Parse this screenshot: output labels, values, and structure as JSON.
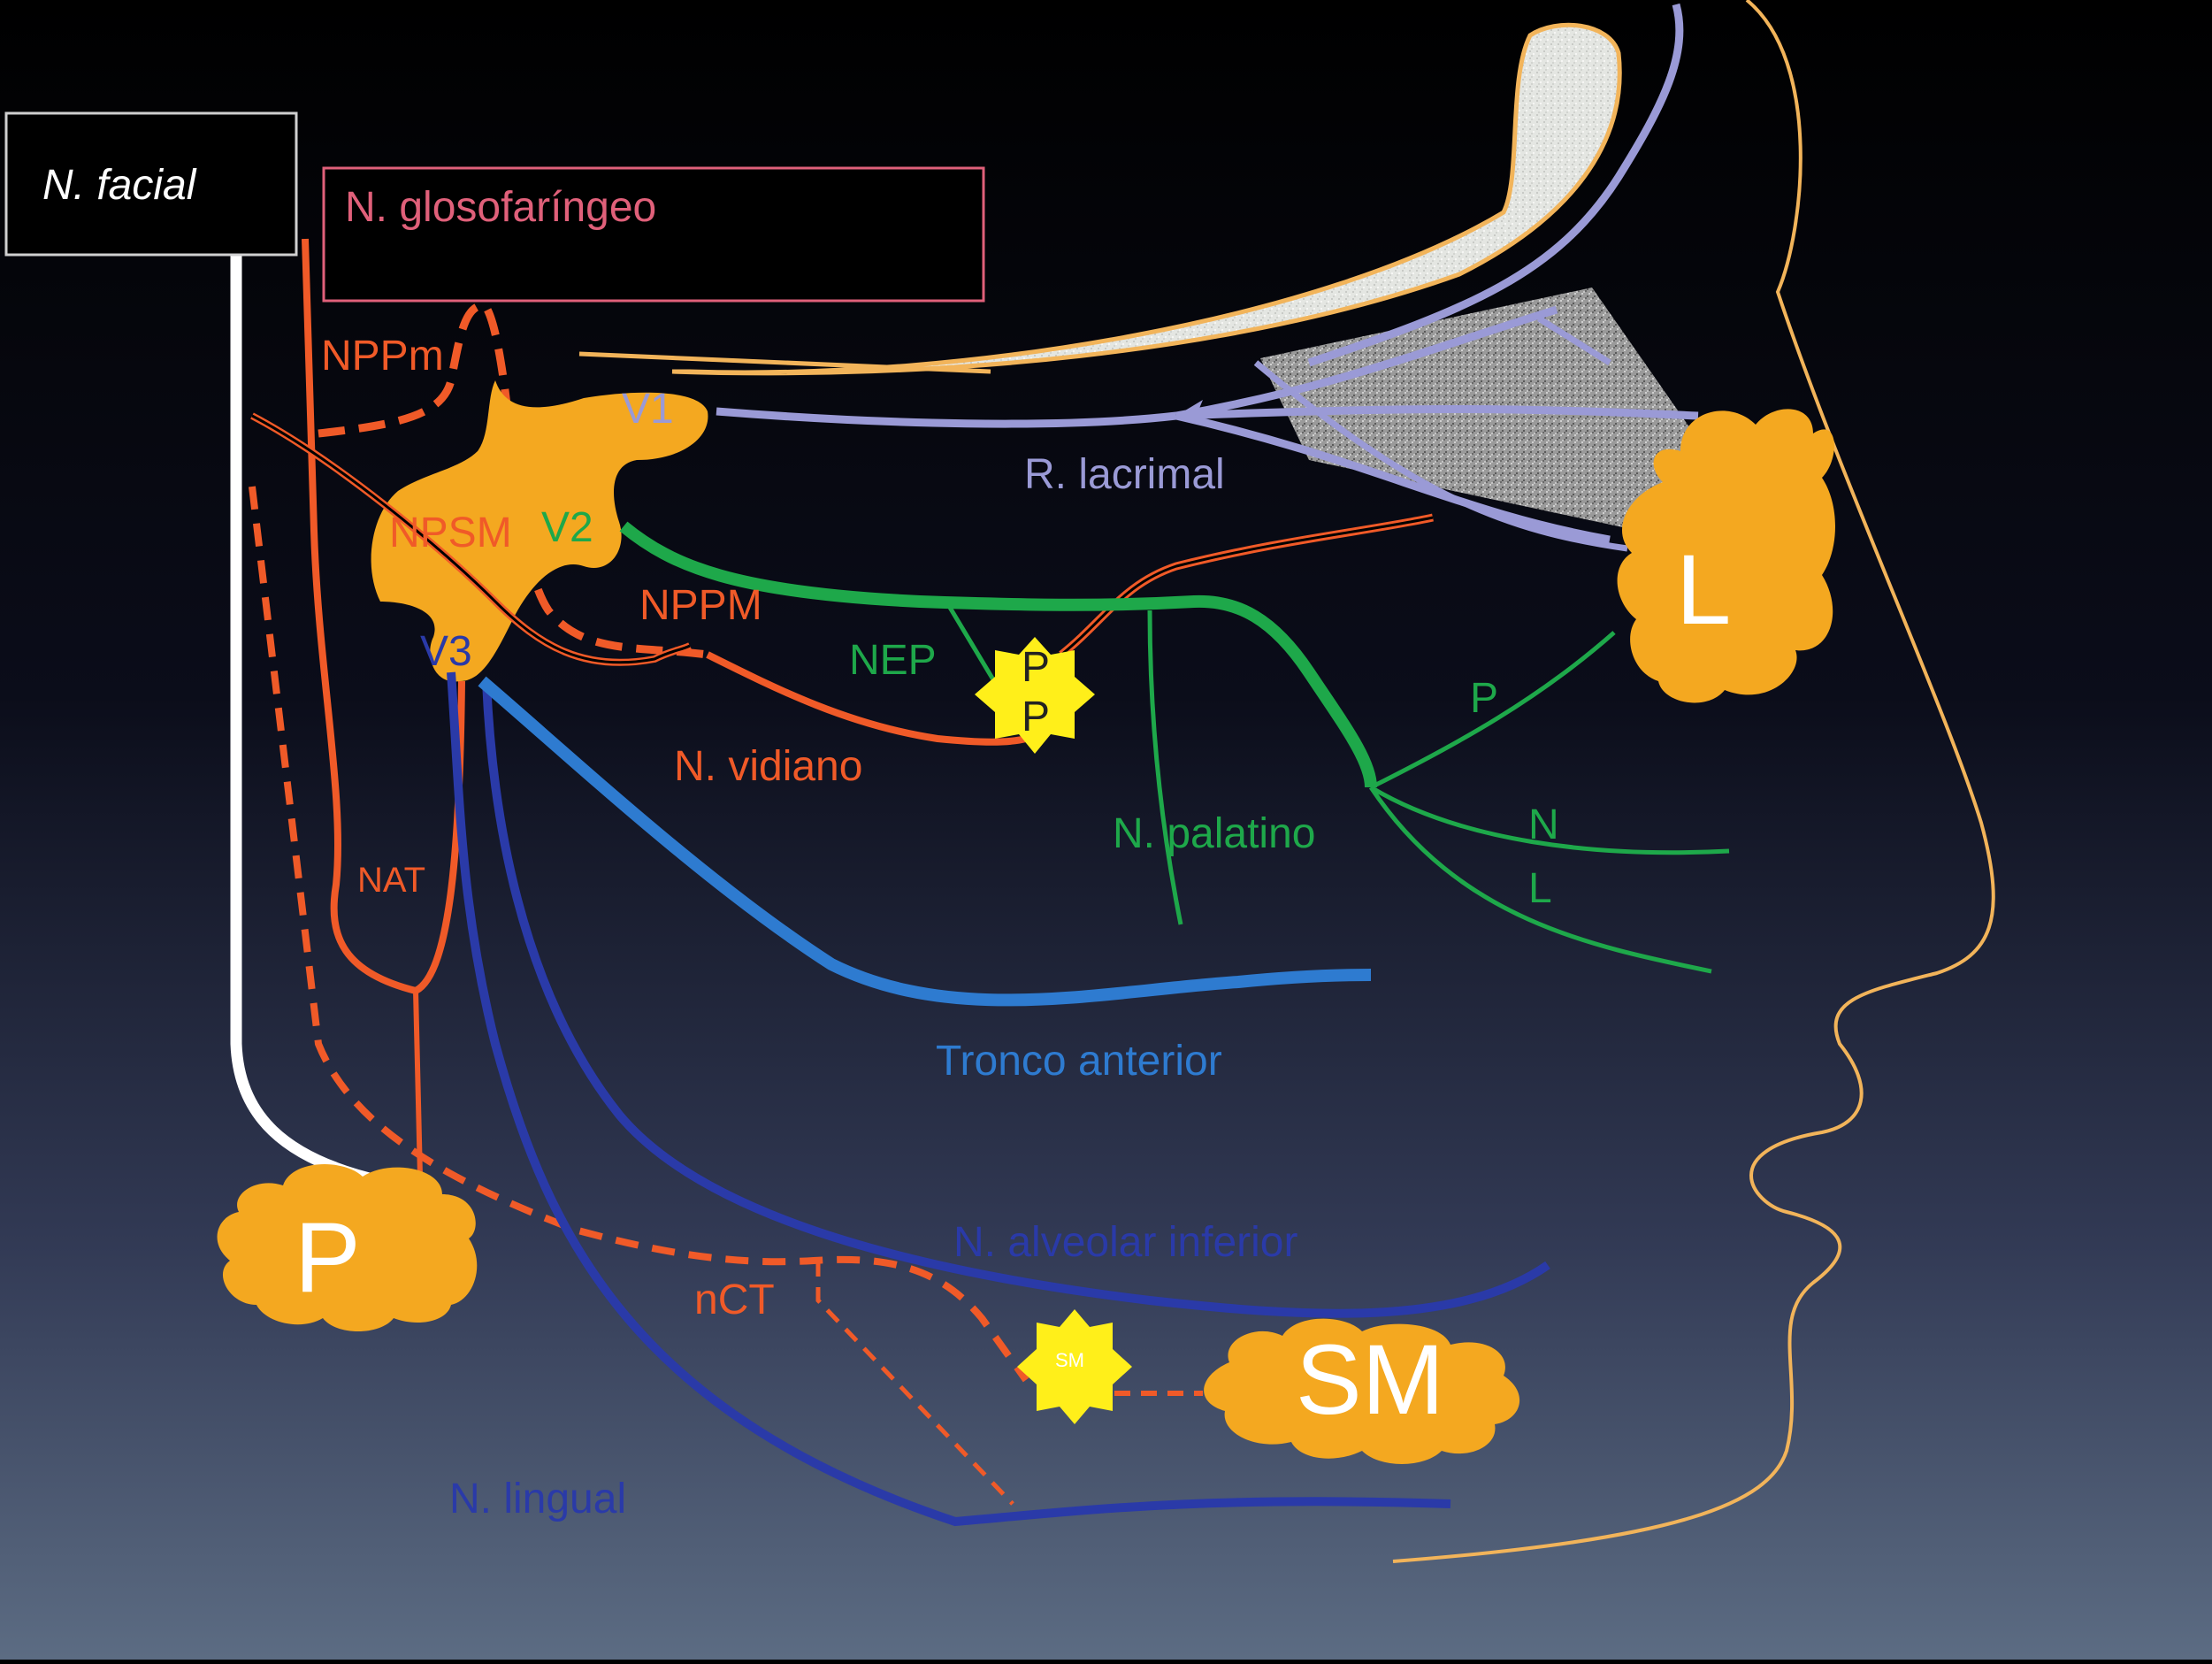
{
  "labels": {
    "facial": "N. facial",
    "glosofaringeo": "N. glosofaríngeo",
    "v1": "V1",
    "v2": "V2",
    "v3": "V3",
    "npp_minor": "NPPm",
    "npsm": "NPSM",
    "nppm_major": "NPPM",
    "lacrimal": "R. lacrimal",
    "nep": "NEP",
    "pp_top": "P",
    "pp_bottom": "P",
    "vidiano": "N. vidiano",
    "palatino": "N. palatino",
    "p_branch": "P",
    "n_branch": "N",
    "l_branch": "L",
    "nat": "NAT",
    "tronco_anterior": "Tronco anterior",
    "alveolar_inferior": "N. alveolar inferior",
    "nct": "nCT",
    "sm_ganglion": "SM",
    "sm_gland": "SM",
    "lingual": "N. lingual",
    "parotid": "P",
    "lacrimal_gland": "L"
  },
  "colors": {
    "background_top": "#000000",
    "background_bottom": "#5a6a82",
    "ganglion_orange": "#f4a820",
    "facial_white": "#ffffff",
    "parasympathetic_red": "#f05a28",
    "v1_lavender": "#9a9ad6",
    "v2_green": "#1ea84a",
    "v3_blue": "#2a3aa8",
    "tronco_blue": "#2e7bd0",
    "ganglion_yellow": "#ffef1a",
    "profile_line": "#f2b45a",
    "glosofaringeo_box": "#e0607a"
  }
}
